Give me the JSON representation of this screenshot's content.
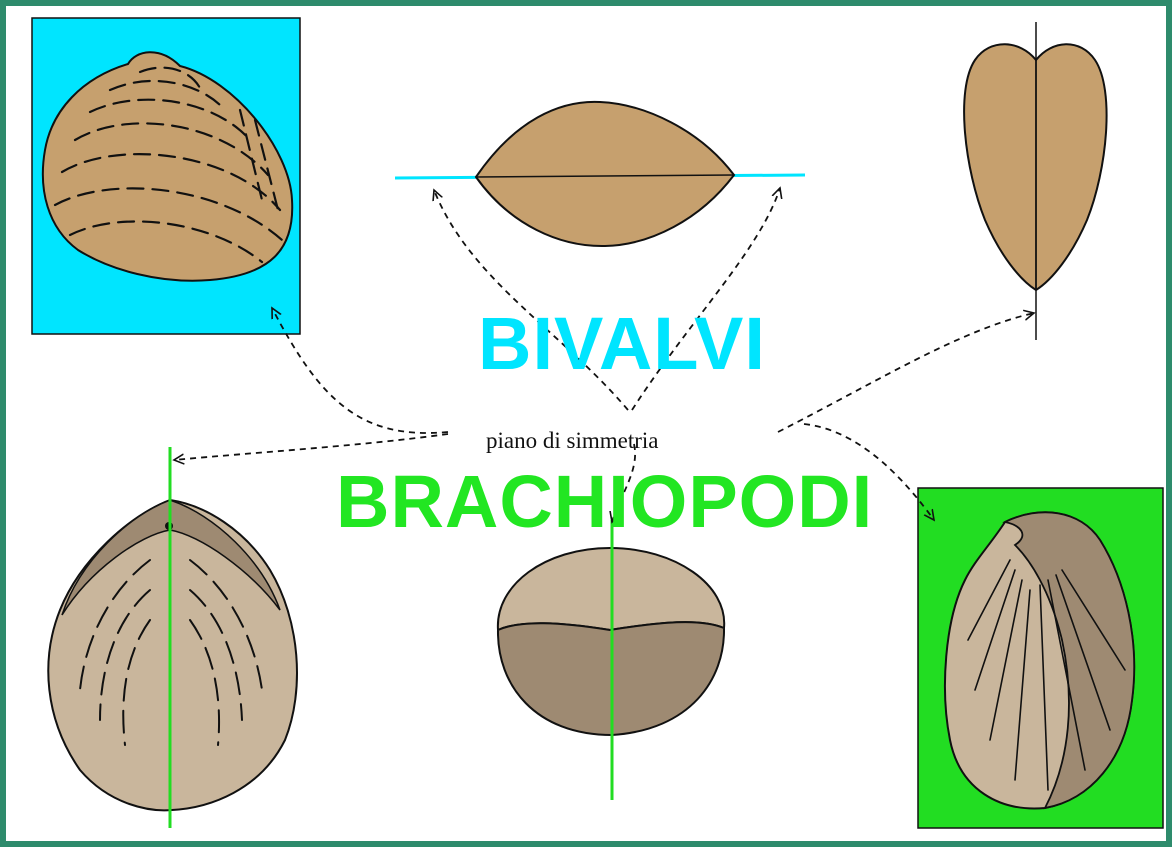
{
  "labels": {
    "bivalvi": "BIVALVI",
    "brachiopodi": "BRACHIOPODI",
    "plane": "piano di simmetria"
  },
  "colors": {
    "frame": "#2e8b6c",
    "bivalvi_text": "#00e5ff",
    "brachiopodi_text": "#22e622",
    "bivalve_panel": "#00e5ff",
    "brachiopod_panel": "#22dd22",
    "bivalve_shell": "#c6a06e",
    "brachiopod_light": "#c9b69c",
    "brachiopod_dark": "#9e8a72",
    "bivalve_axis": "#00e5ff",
    "brachiopod_axis": "#22dd22",
    "arrow": "#111111"
  },
  "icons": {
    "bivalve_side": "bivalve-shell-side-view-icon",
    "bivalve_front": "bivalve-shell-front-view-icon",
    "bivalve_top": "bivalve-shell-top-view-icon",
    "brachiopod_dorsal": "brachiopod-dorsal-view-icon",
    "brachiopod_front": "brachiopod-front-view-icon",
    "brachiopod_side": "brachiopod-side-view-icon"
  }
}
